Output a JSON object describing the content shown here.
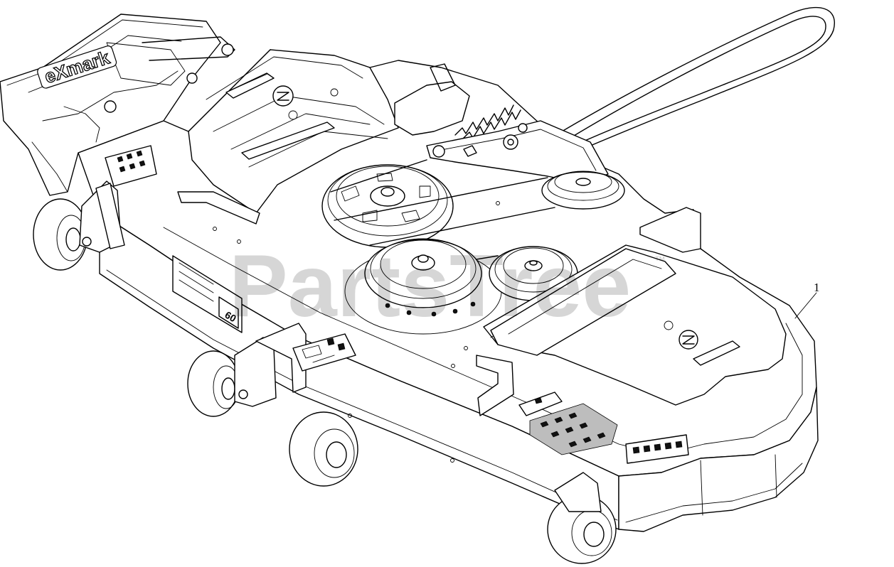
{
  "diagram": {
    "watermark": {
      "text": "PartsTree",
      "trademark": "™"
    },
    "callouts": [
      {
        "id": "1",
        "label": "1"
      }
    ],
    "brand_logo": {
      "text": "eXmark"
    },
    "colors": {
      "line": "#000000",
      "background": "#ffffff",
      "watermark": "#bdbdbd"
    }
  }
}
